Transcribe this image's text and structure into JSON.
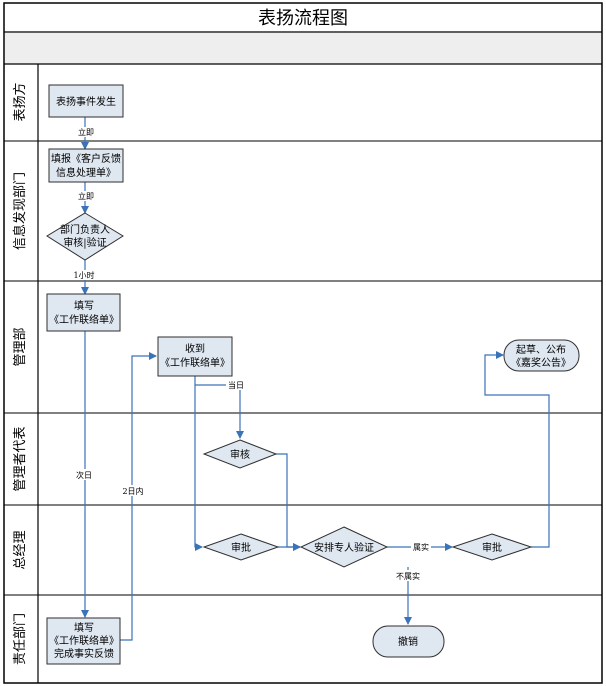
{
  "title": "表扬流程图",
  "lanes": [
    {
      "label": "表扬方"
    },
    {
      "label": "信息发现部门"
    },
    {
      "label": "管理部"
    },
    {
      "label": "管理者代表"
    },
    {
      "label": "总经理"
    },
    {
      "label": "责任部门"
    }
  ],
  "nodes": {
    "praise_event": {
      "lines": [
        "表扬事件发生"
      ]
    },
    "fill_feedback_form": {
      "lines": [
        "填报《客户反馈",
        "信息处理单》"
      ]
    },
    "dept_head_verify": {
      "lines": [
        "部门负责人",
        "审核|验证"
      ]
    },
    "fill_contact_sheet_admin": {
      "lines": [
        "填写",
        "《工作联络单》"
      ]
    },
    "receive_contact_sheet": {
      "lines": [
        "收到",
        "《工作联络单》"
      ]
    },
    "draft_announcement": {
      "lines": [
        "起草、公布",
        "《嘉奖公告》"
      ]
    },
    "review": {
      "lines": [
        "审核"
      ]
    },
    "approve_1": {
      "lines": [
        "审批"
      ]
    },
    "assign_verification": {
      "lines": [
        "安排专人验证"
      ]
    },
    "approve_2": {
      "lines": [
        "审批"
      ]
    },
    "fill_contact_sheet_resp": {
      "lines": [
        "填写",
        "《工作联络单》",
        "完成事实反馈"
      ]
    },
    "withdraw": {
      "lines": [
        "撤销"
      ]
    }
  },
  "edge_labels": {
    "immediately_1": "立即",
    "immediately_2": "立即",
    "one_hour": "1小时",
    "same_day": "当日",
    "next_day": "次日",
    "within_2_days": "2日内",
    "true": "属实",
    "not_true": "不属实"
  },
  "colors": {
    "node_fill": "#dfe7f1",
    "node_stroke": "#2f2f2f",
    "arrow": "#3b73b9",
    "border": "#000000",
    "lane_divider": "#555555",
    "header_band": "#eeeeee"
  }
}
